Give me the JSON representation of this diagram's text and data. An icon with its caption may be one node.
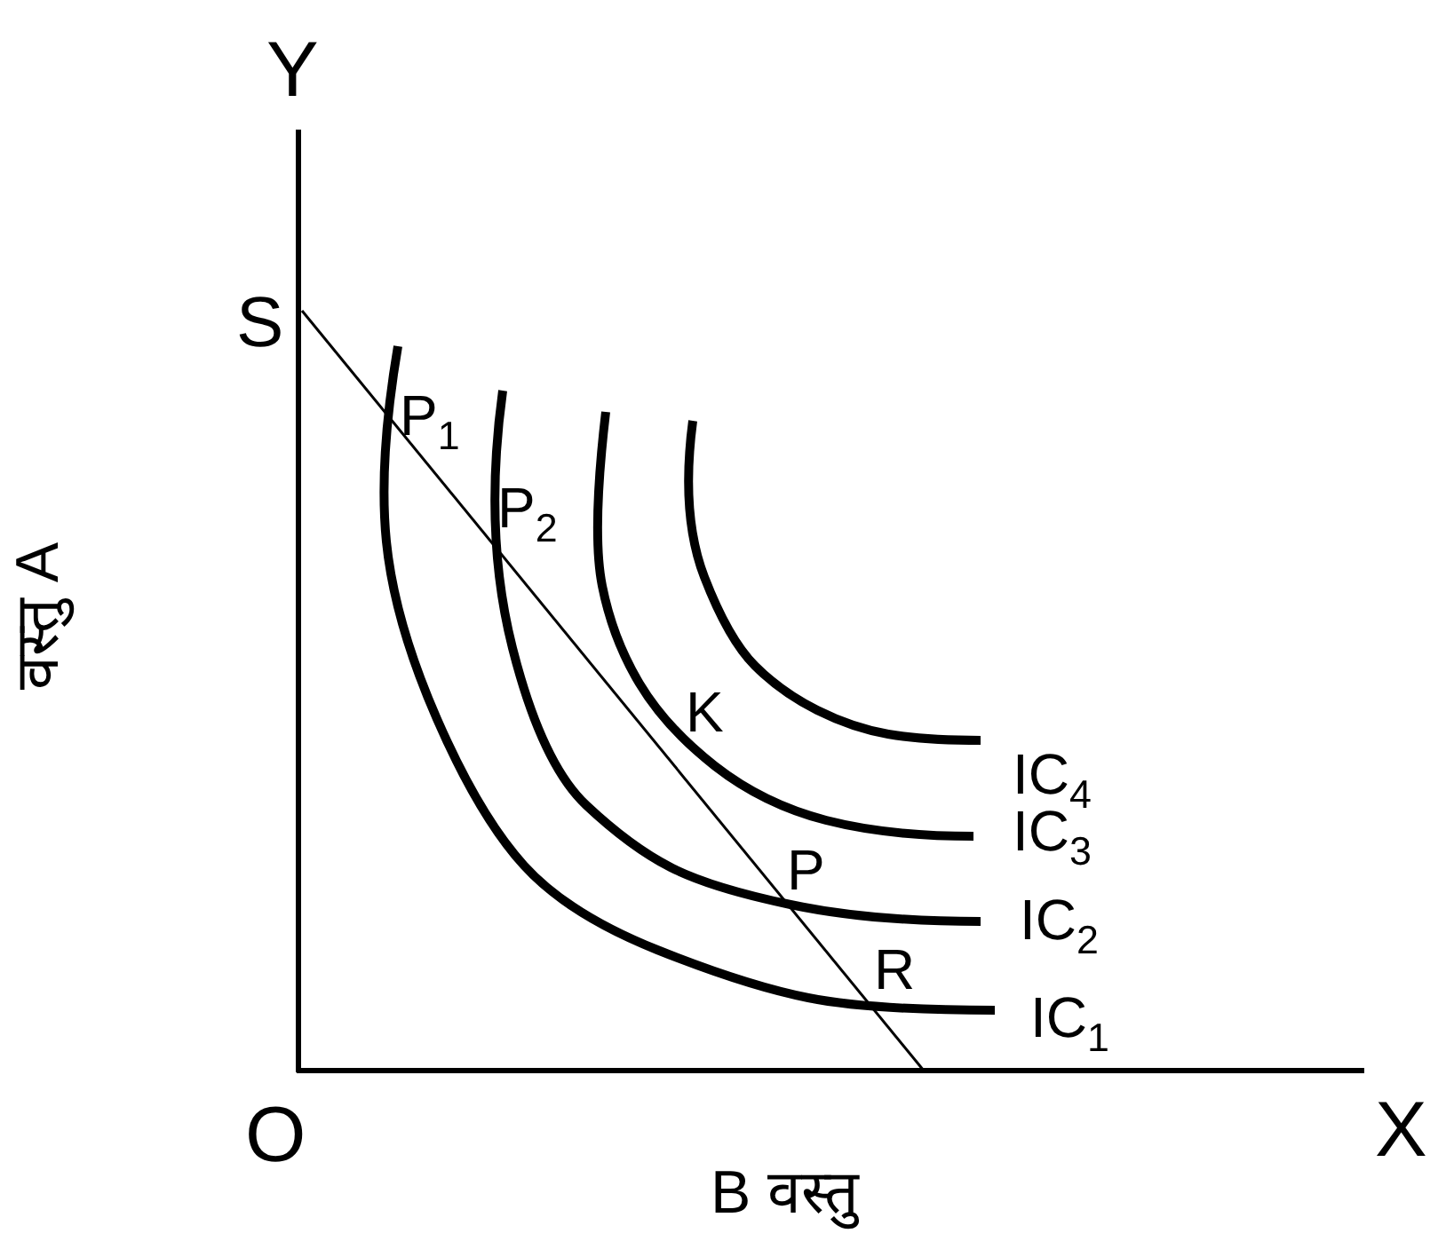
{
  "diagram": {
    "labels": [
      "Y",
      "S",
      "P$_{1}$",
      "P$_{2}$",
      "K",
      "IC$_{4}$",
      "IC$_{3}$",
      "P",
      "IC$_{2}$",
      "R",
      "IC$_{1}$",
      "O",
      "X",
      "B वस्तु",
      "वस्तु A"
    ]
  }
}
